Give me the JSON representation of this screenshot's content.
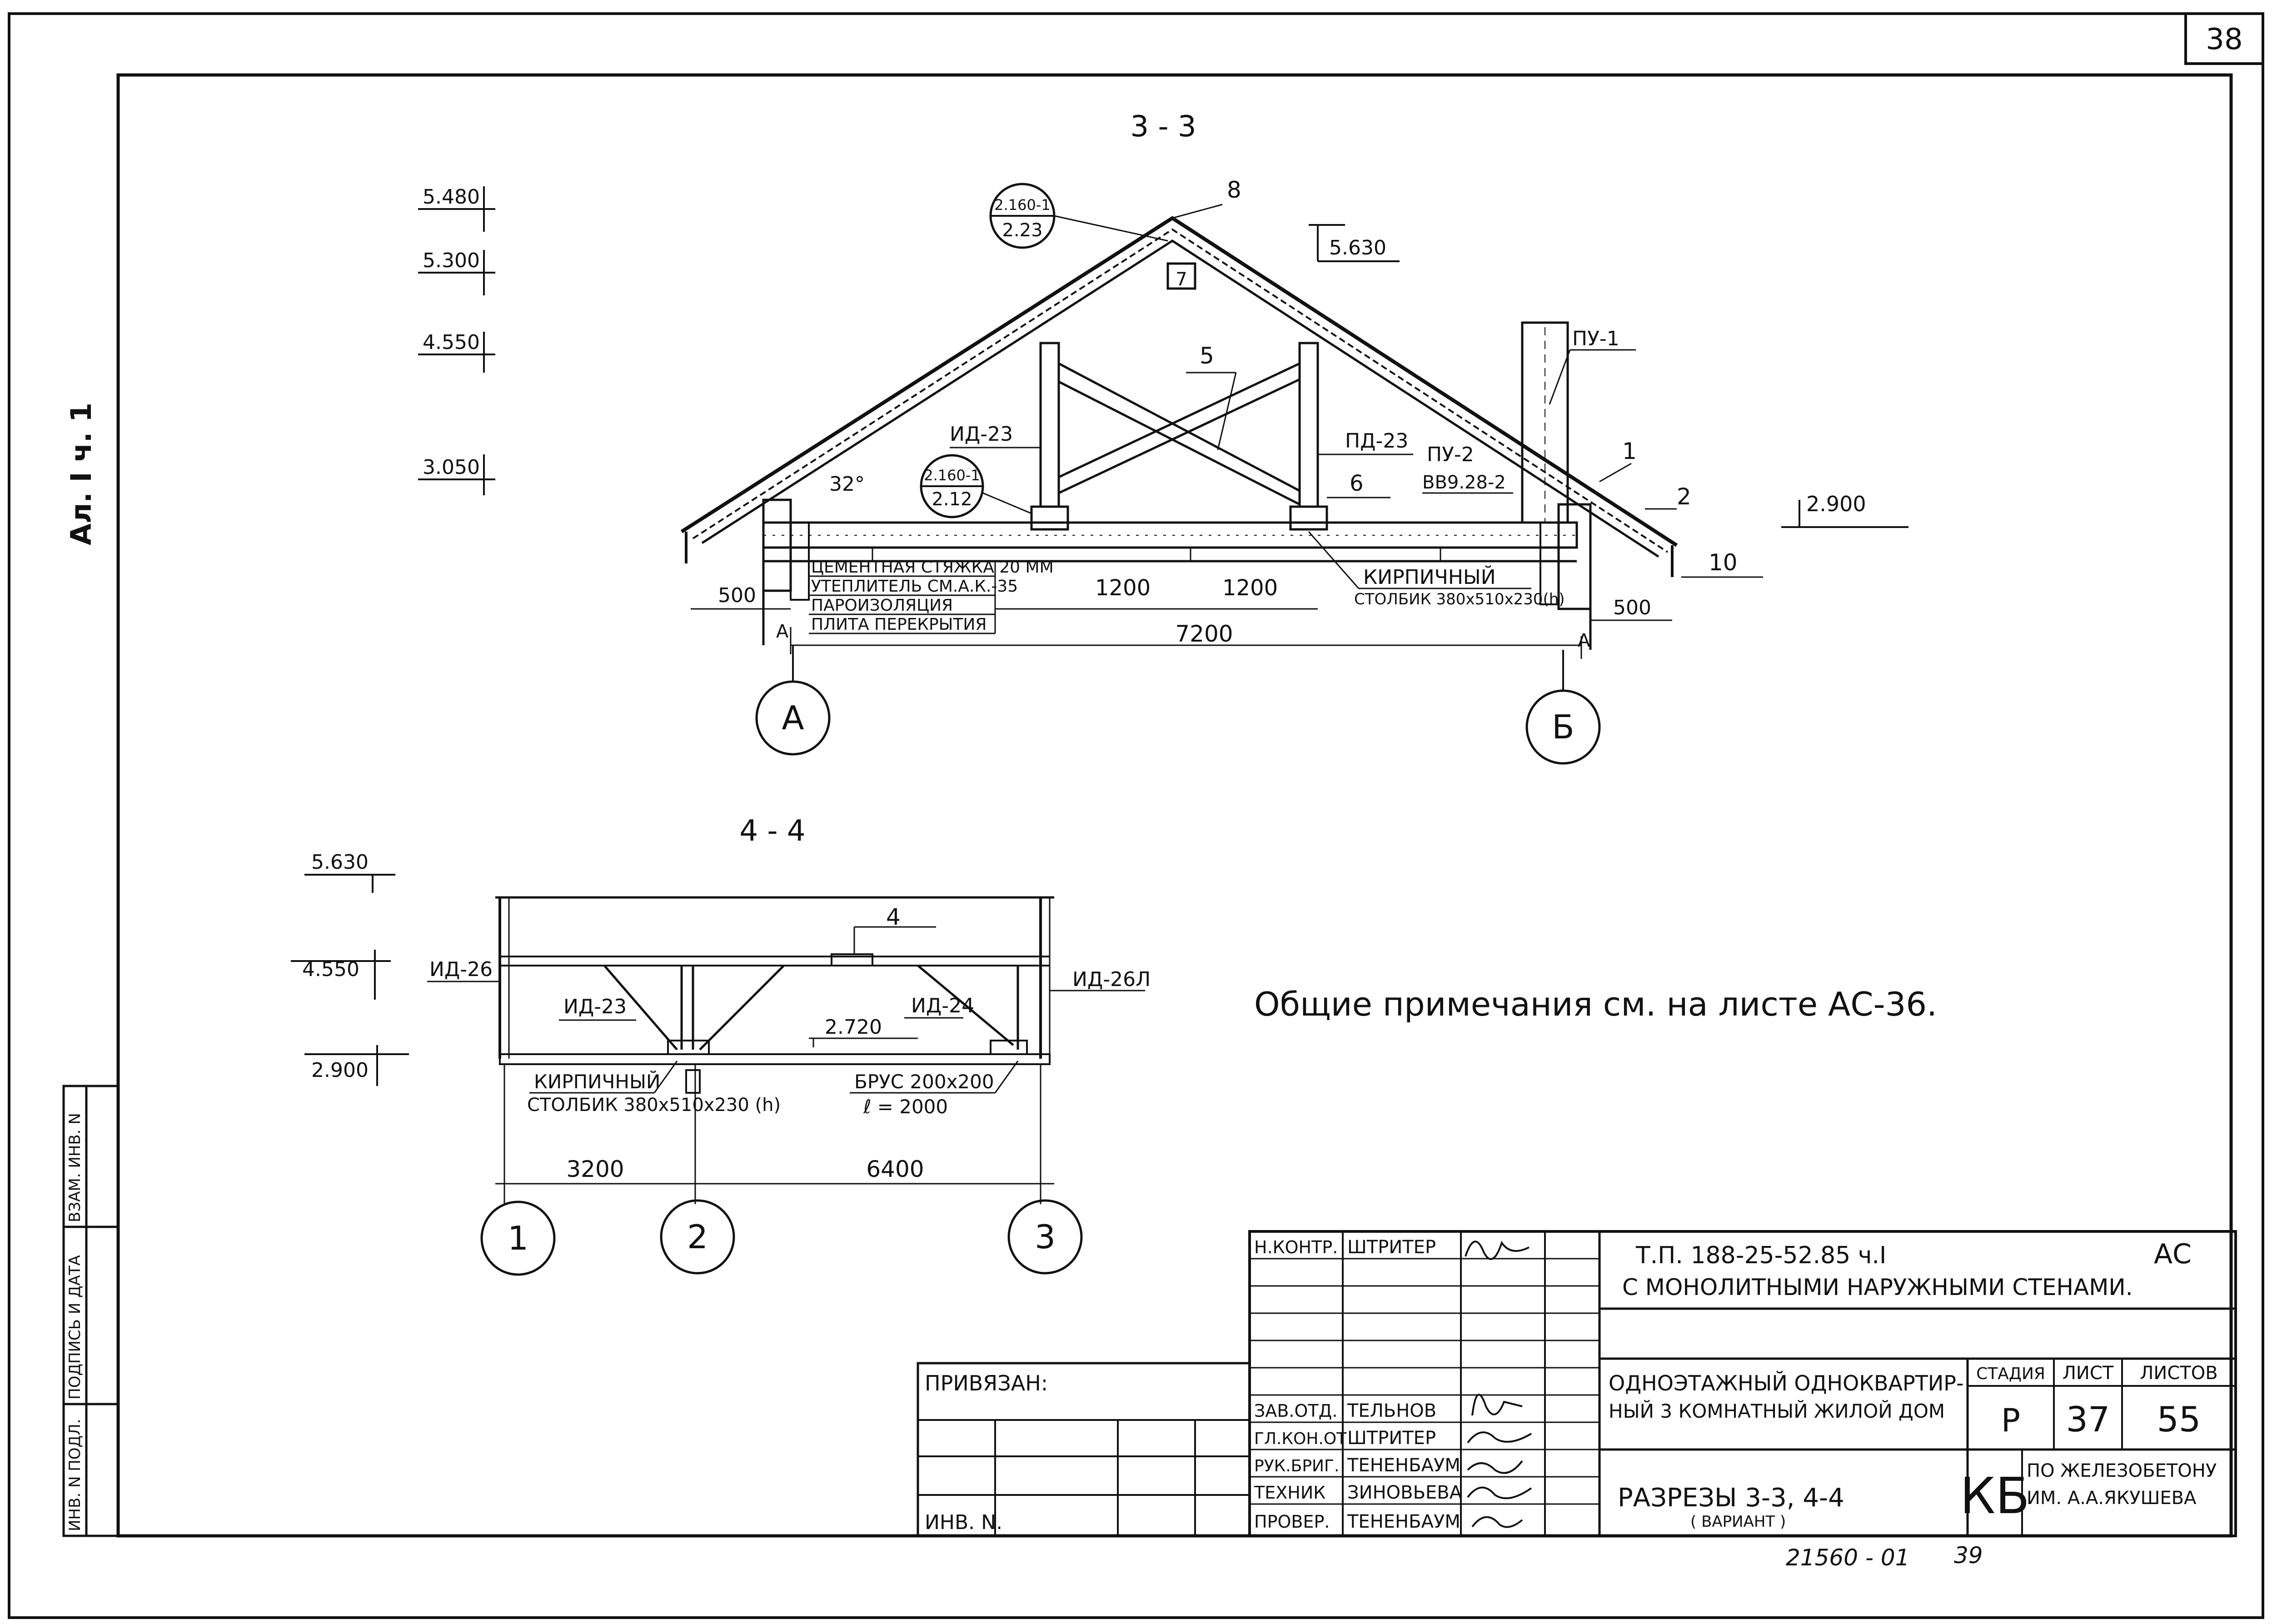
{
  "sheet": {
    "page_number": "38",
    "stamp_code": "21560 - 01",
    "stamp_page": "39"
  },
  "margin": {
    "album": "Ал. I  ч. 1",
    "inv_poda": "ИНВ. N ПОДЛ.",
    "podpis": "ПОДПИСЬ И ДАТА",
    "vzam": "ВЗАМ. ИНВ. N"
  },
  "section_33": {
    "title": "3 - 3",
    "levels": [
      "5.480",
      "5.300",
      "4.550",
      "3.050",
      "5.630",
      "2.900"
    ],
    "callout_8": "8",
    "callout_7": "7",
    "callout_5": "5",
    "callout_6": "6",
    "callout_1": "1",
    "callout_2": "2",
    "callout_10": "10",
    "node1_top": "2.160-1",
    "node1_bottom": "2.23",
    "node2_top": "2.160-1",
    "node2_bottom": "2.12",
    "pu1": "ПУ-1",
    "pu2": "ПУ-2",
    "bb": "ВВ9.28-2",
    "id23": "ИД-23",
    "pd23": "ПД-23",
    "angle": "32°",
    "layers": [
      "ЦЕМЕНТНАЯ СТЯЖКА 20 ММ",
      "УТЕПЛИТЕЛЬ СМ.А.К.-35",
      "ПАРОИЗОЛЯЦИЯ",
      "ПЛИТА ПЕРЕКРЫТИЯ"
    ],
    "brick_1": "КИРПИЧНЫЙ",
    "brick_2": "СТОЛБИК 380x510x230(h)",
    "dims": [
      "500",
      "1200",
      "1200",
      "7200",
      "500"
    ],
    "axis_a_small": "А",
    "axis_a": "А",
    "axis_b": "Б"
  },
  "section_44": {
    "title": "4 - 4",
    "levels": [
      "5.630",
      "4.550",
      "2.900",
      "2.720"
    ],
    "callout_4": "4",
    "id26": "ИД-26",
    "id26l": "ИД-26Л",
    "id23": "ИД-23",
    "id24": "ИД-24",
    "brick_1": "КИРПИЧНЫЙ",
    "brick_2": "СТОЛБИК 380x510x230 (h)",
    "beam_1": "БРУС 200x200",
    "beam_2": "ℓ = 2000",
    "dims": [
      "3200",
      "6400"
    ],
    "axes": [
      "1",
      "2",
      "3"
    ]
  },
  "note": "Общие примечания см. на листе АС-36.",
  "title_block": {
    "privyazan": "ПРИВЯЗАН:",
    "inv": "ИНВ. N.",
    "roles": [
      "Н.КОНТР.",
      "ЗАВ.ОТД.",
      "ГЛ.КОН.ОТ",
      "РУК.БРИГ.",
      "ТЕХНИК",
      "ПРОВЕР."
    ],
    "names": [
      "ШТРИТЕР",
      "ТЕЛЬНОВ",
      "ШТРИТЕР",
      "ТЕНЕНБАУМ",
      "ЗИНОВЬЕВА",
      "ТЕНЕНБАУМ"
    ],
    "project_code": "Т.П. 188-25-52.85 ч.I",
    "mark": "АС",
    "project_name": "С МОНОЛИТНЫМИ НАРУЖНЫМИ СТЕНАМИ.",
    "object_1": "ОДНОЭТАЖНЫЙ ОДНОКВАРТИР-",
    "object_2": "НЫЙ 3 КОМНАТНЫЙ ЖИЛОЙ ДОМ",
    "stage_label": "СТАДИЯ",
    "sheet_label": "ЛИСТ",
    "sheets_label": "ЛИСТОВ",
    "stage": "Р",
    "sheet": "37",
    "sheets": "55",
    "drawing_title": "РАЗРЕЗЫ 3-3, 4-4",
    "drawing_sub": "( ВАРИАНТ )",
    "org_code": "КБ",
    "org_1": "ПО ЖЕЛЕЗОБЕТОНУ",
    "org_2": "ИМ. А.А.ЯКУШЕВА"
  }
}
